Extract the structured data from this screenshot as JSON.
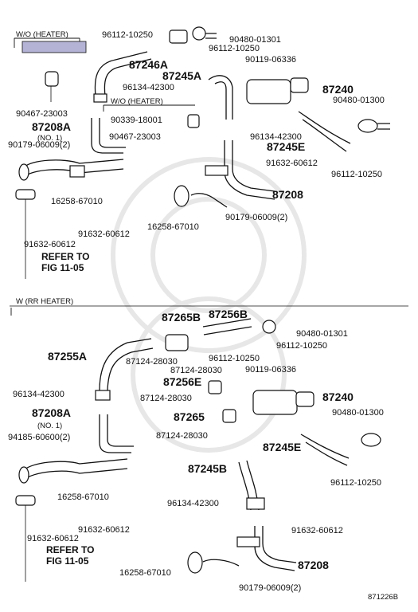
{
  "top_section": {
    "title": "W/O (HEATER)",
    "sub_title": "W/O (HEATER)",
    "labels": {
      "p96112_10250_a": "96112-10250",
      "p90480_01301": "90480-01301",
      "p96112_10250_b": "96112-10250",
      "p87246A": "87246A",
      "p90119_06336": "90119-06336",
      "p87245A": "87245A",
      "p96134_42300_a": "96134-42300",
      "p87240": "87240",
      "p90480_01300": "90480-01300",
      "p90467_23003_a": "90467-23003",
      "p90339_18001": "90339-18001",
      "p87208A": "87208A",
      "p87208A_no": "(NO. 1)",
      "p90467_23003_b": "90467-23003",
      "p96134_42300_b": "96134-42300",
      "p87245E": "87245E",
      "p90179_06009_a": "90179-06009(2)",
      "p91632_60612_a": "91632-60612",
      "p96112_10250_c": "96112-10250",
      "p87208": "87208",
      "p16258_67010_a": "16258-67010",
      "p90179_06009_b": "90179-06009(2)",
      "p16258_67010_b": "16258-67010",
      "p91632_60612_b": "91632-60612",
      "p91632_60612_c": "91632-60612",
      "refer1": "REFER TO",
      "fig1": "FIG 11-05"
    }
  },
  "bottom_section": {
    "title": "W (RR HEATER)",
    "labels": {
      "p87265B": "87265B",
      "p87256B": "87256B",
      "p90480_01301": "90480-01301",
      "p87255A": "87255A",
      "p96112_10250_a": "96112-10250",
      "p87124_28030_a": "87124-28030",
      "p96112_10250_b": "96112-10250",
      "p87124_28030_b": "87124-28030",
      "p90119_06336": "90119-06336",
      "p87256E": "87256E",
      "p96134_42300_a": "96134-42300",
      "p87124_28030_c": "87124-28030",
      "p87240": "87240",
      "p87208A": "87208A",
      "p87265": "87265",
      "p90480_01300": "90480-01300",
      "p87208A_no": "(NO. 1)",
      "p87124_28030_d": "87124-28030",
      "p94185_60600": "94185-60600(2)",
      "p87245E": "87245E",
      "p87245B": "87245B",
      "p96112_10250_c": "96112-10250",
      "p16258_67010_a": "16258-67010",
      "p96134_42300_b": "96134-42300",
      "p91632_60612_a": "91632-60612",
      "p91632_60612_b": "91632-60612",
      "p91632_60612_c": "91632-60612",
      "refer2": "REFER TO",
      "fig2": "FIG 11-05",
      "p87208": "87208",
      "p16258_67010_b": "16258-67010",
      "p90179_06009": "90179-06009(2)"
    }
  },
  "footer": {
    "code": "871226B"
  }
}
